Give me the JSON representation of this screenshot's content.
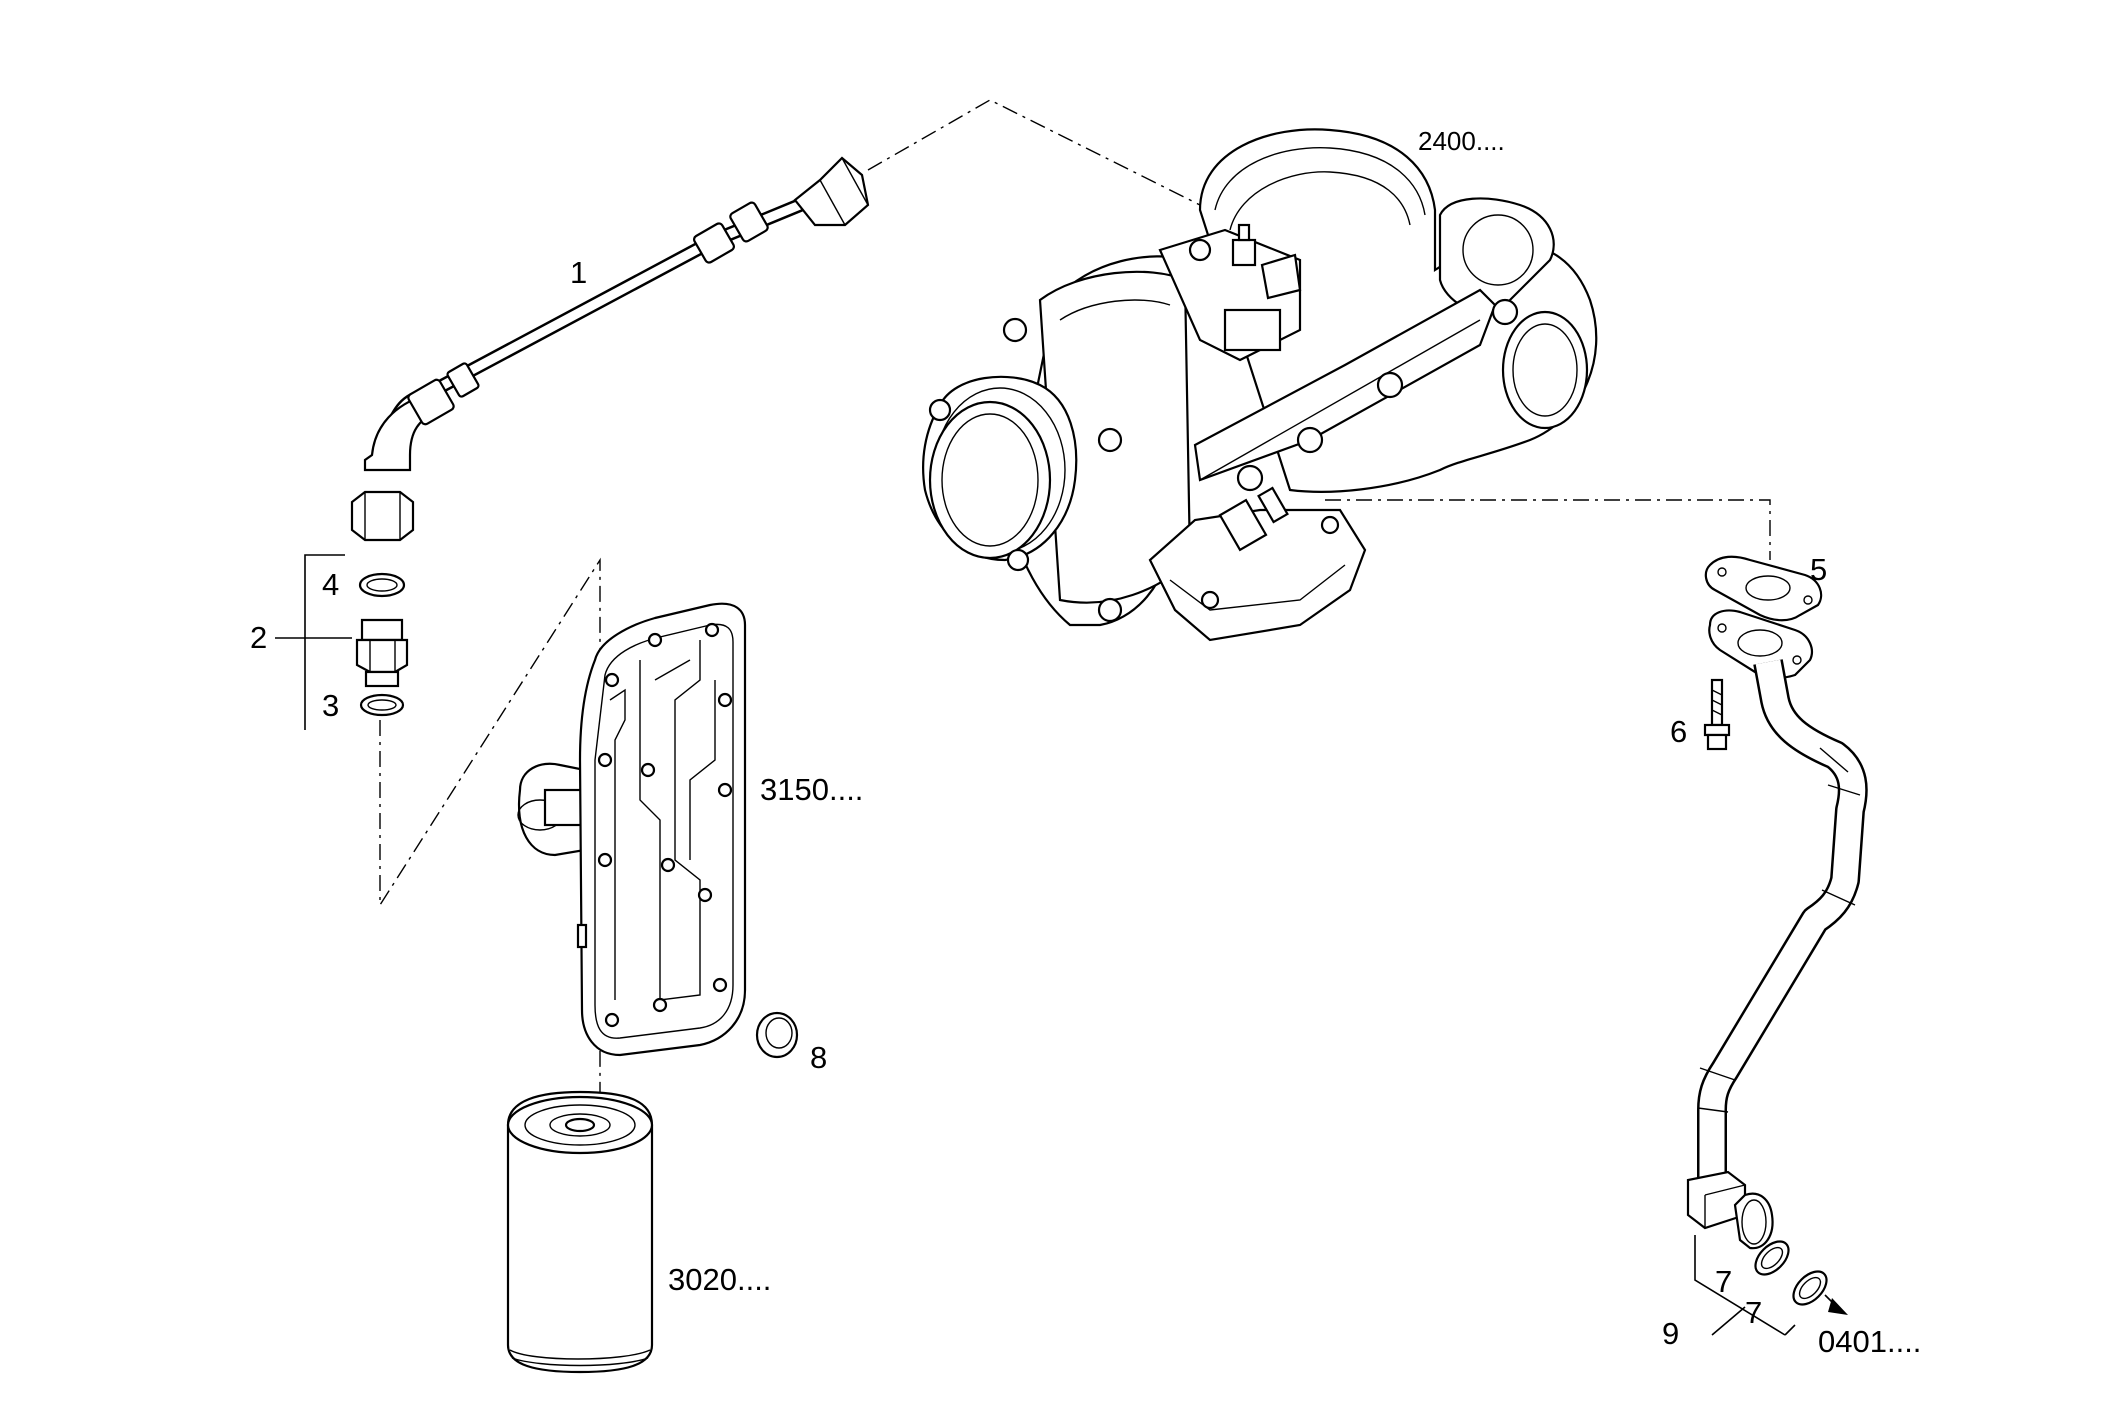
{
  "callouts": {
    "c1": "1",
    "c2": "2",
    "c3": "3",
    "c4": "4",
    "c5": "5",
    "c6": "6",
    "c7a": "7",
    "c7b": "7",
    "c8": "8",
    "c9": "9"
  },
  "references": {
    "turbo": "2400....",
    "filter_head": "3150....",
    "filter": "3020....",
    "connection": "0401...."
  }
}
